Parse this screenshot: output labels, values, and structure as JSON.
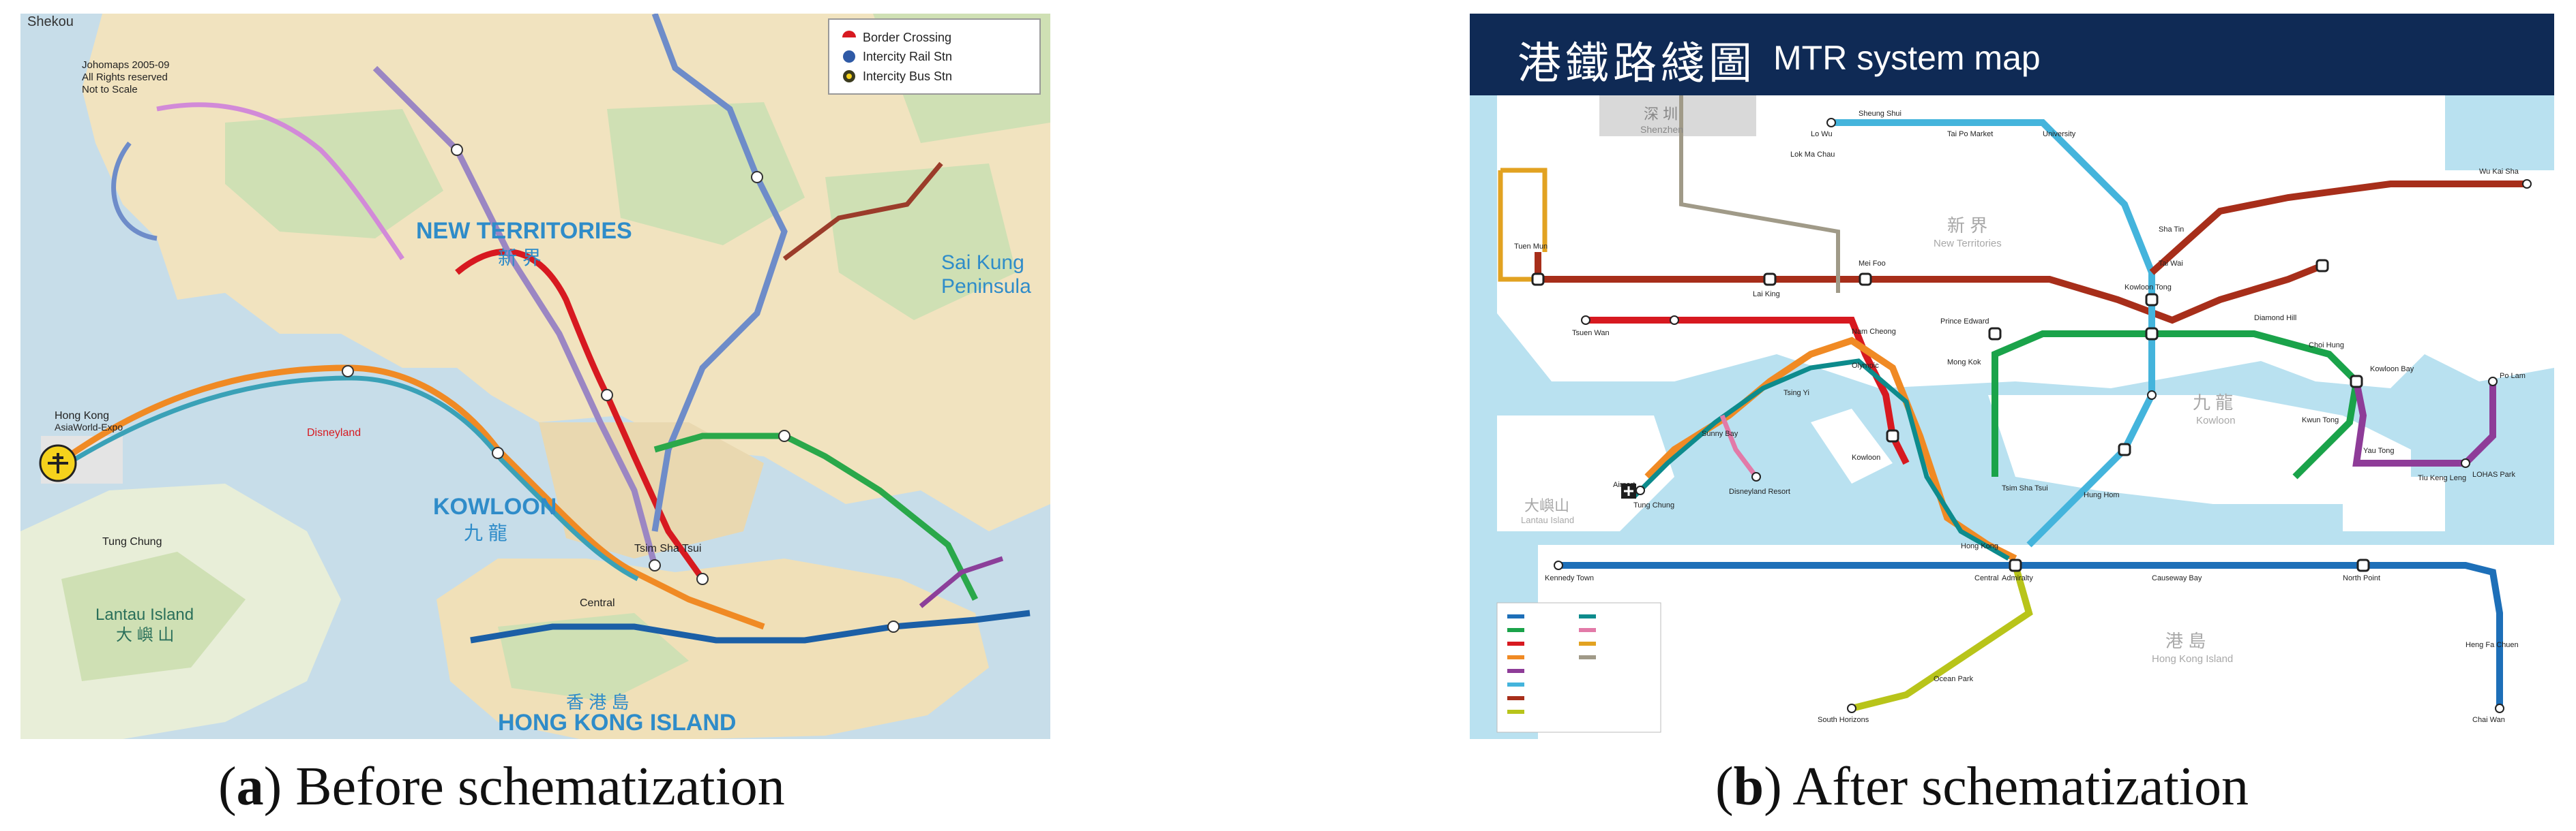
{
  "panel_a": {
    "captions": {
      "shekou": "Shekou",
      "copyright": [
        "Johomaps 2005-09",
        "All Rights reserved",
        "Not to Scale"
      ],
      "new_territories": "NEW TERRITORIES",
      "new_territories_zh": "新 界",
      "kowloon": "KOWLOON",
      "kowloon_zh": "九 龍",
      "hong_kong_island": "HONG KONG ISLAND",
      "hong_kong_island_zh": "香 港 島",
      "lantau": "Lantau Island",
      "lantau_zh": "大 嶼 山",
      "sai_kung": "Sai Kung",
      "sai_kung2": "Peninsula",
      "hong_kong_intl": "Hong Kong",
      "tung_chung": "Tung Chung",
      "disneyland": "Disneyland",
      "tsim_sha_tsui": "Tsim Sha Tsui",
      "central": "Central",
      "airport_express": "AsiaWorld-Expo"
    },
    "legend": [
      {
        "label": "Border Crossing",
        "icon": "border-crossing-icon"
      },
      {
        "label": "Intercity Rail Stn",
        "icon": "rail-station-icon"
      },
      {
        "label": "Intercity Bus Stn",
        "icon": "bus-station-icon"
      }
    ]
  },
  "panel_b": {
    "title_zh": "港鐵路綫圖",
    "title_en": "MTR system map",
    "regions": {
      "new_territories_zh": "新 界",
      "new_territories": "New Territories",
      "kowloon_zh": "九 龍",
      "kowloon": "Kowloon",
      "lantau_zh": "大嶼山",
      "lantau": "Lantau Island",
      "hk_island_zh": "港 島",
      "hk_island": "Hong Kong Island",
      "shenzhen_zh": "深 圳",
      "shenzhen": "Shenzhen"
    },
    "stations": {
      "tuen_mun": "Tuen Mun",
      "tsuen_wan": "Tsuen Wan",
      "lai_king": "Lai King",
      "mei_foo": "Mei Foo",
      "tsing_yi": "Tsing Yi",
      "airport": "Airport",
      "tung_chung": "Tung Chung",
      "sunny_bay": "Sunny Bay",
      "disneyland": "Disneyland Resort",
      "kowloon": "Kowloon",
      "hong_kong": "Hong Kong",
      "central": "Central",
      "admiralty": "Admiralty",
      "mong_kok": "Mong Kok",
      "prince_edward": "Prince Edward",
      "kowloon_tong": "Kowloon Tong",
      "tai_wai": "Tai Wai",
      "sha_tin": "Sha Tin",
      "university": "University",
      "tai_po_market": "Tai Po Market",
      "sheung_shui": "Sheung Shui",
      "lo_wu": "Lo Wu",
      "lok_ma_chau": "Lok Ma Chau",
      "diamond_hill": "Diamond Hill",
      "choi_hung": "Choi Hung",
      "kowloon_bay": "Kowloon Bay",
      "kwun_tong": "Kwun Tong",
      "yau_tong": "Yau Tong",
      "tiu_keng_leng": "Tiu Keng Leng",
      "po_lam": "Po Lam",
      "lohas_park": "LOHAS Park",
      "hung_hom": "Hung Hom",
      "tsim_sha_tsui": "Tsim Sha Tsui",
      "wu_kai_sha": "Wu Kai Sha",
      "chai_wan": "Chai Wan",
      "north_point": "North Point",
      "causeway_bay": "Causeway Bay",
      "kennedy_town": "Kennedy Town",
      "south_horizons": "South Horizons",
      "ocean_park": "Ocean Park",
      "heng_fa_chuen": "Heng Fa Chuen",
      "olympic": "Olympic",
      "nam_cheong": "Nam Cheong"
    }
  }
}
